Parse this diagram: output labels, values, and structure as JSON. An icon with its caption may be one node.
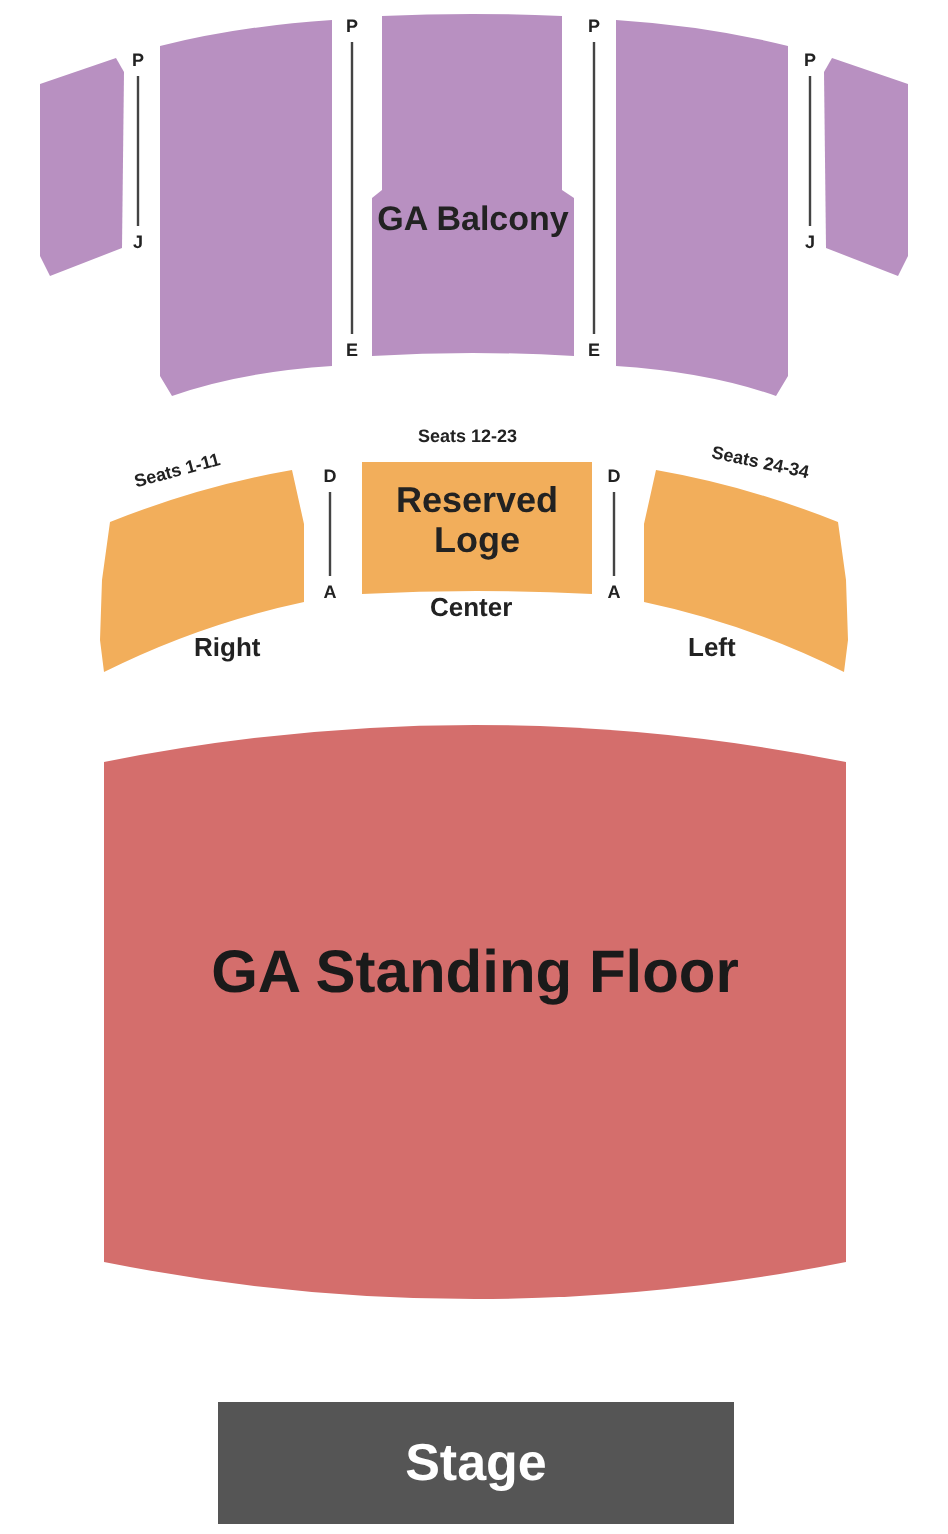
{
  "diagram": {
    "nodes": [
      {
        "text": [],
        "shape": "box"
      },
      {
        "text": [],
        "shape": "box"
      },
      {
        "text": [
          "GA Balcony"
        ]
      },
      {
        "text": [],
        "shape": "box"
      },
      {
        "text": [],
        "shape": "box"
      },
      {
        "text": [],
        "shape": "box",
        "beside": [
          "Seats 1-11",
          "Right"
        ]
      },
      {
        "text": [
          "Reserved Loge"
        ],
        "beside": [
          "Seats 12-23",
          "Center"
        ]
      },
      {
        "text": [],
        "shape": "box",
        "beside": [
          "Seats 24-34",
          "Left"
        ]
      },
      {
        "text": [
          "GA Standing Floor"
        ]
      },
      {
        "text": [
          "Stage"
        ]
      }
    ],
    "labels": [
      "P",
      "P",
      "P",
      "P",
      "J",
      "J",
      "E",
      "E",
      "D",
      "D",
      "A",
      "A"
    ]
  }
}
